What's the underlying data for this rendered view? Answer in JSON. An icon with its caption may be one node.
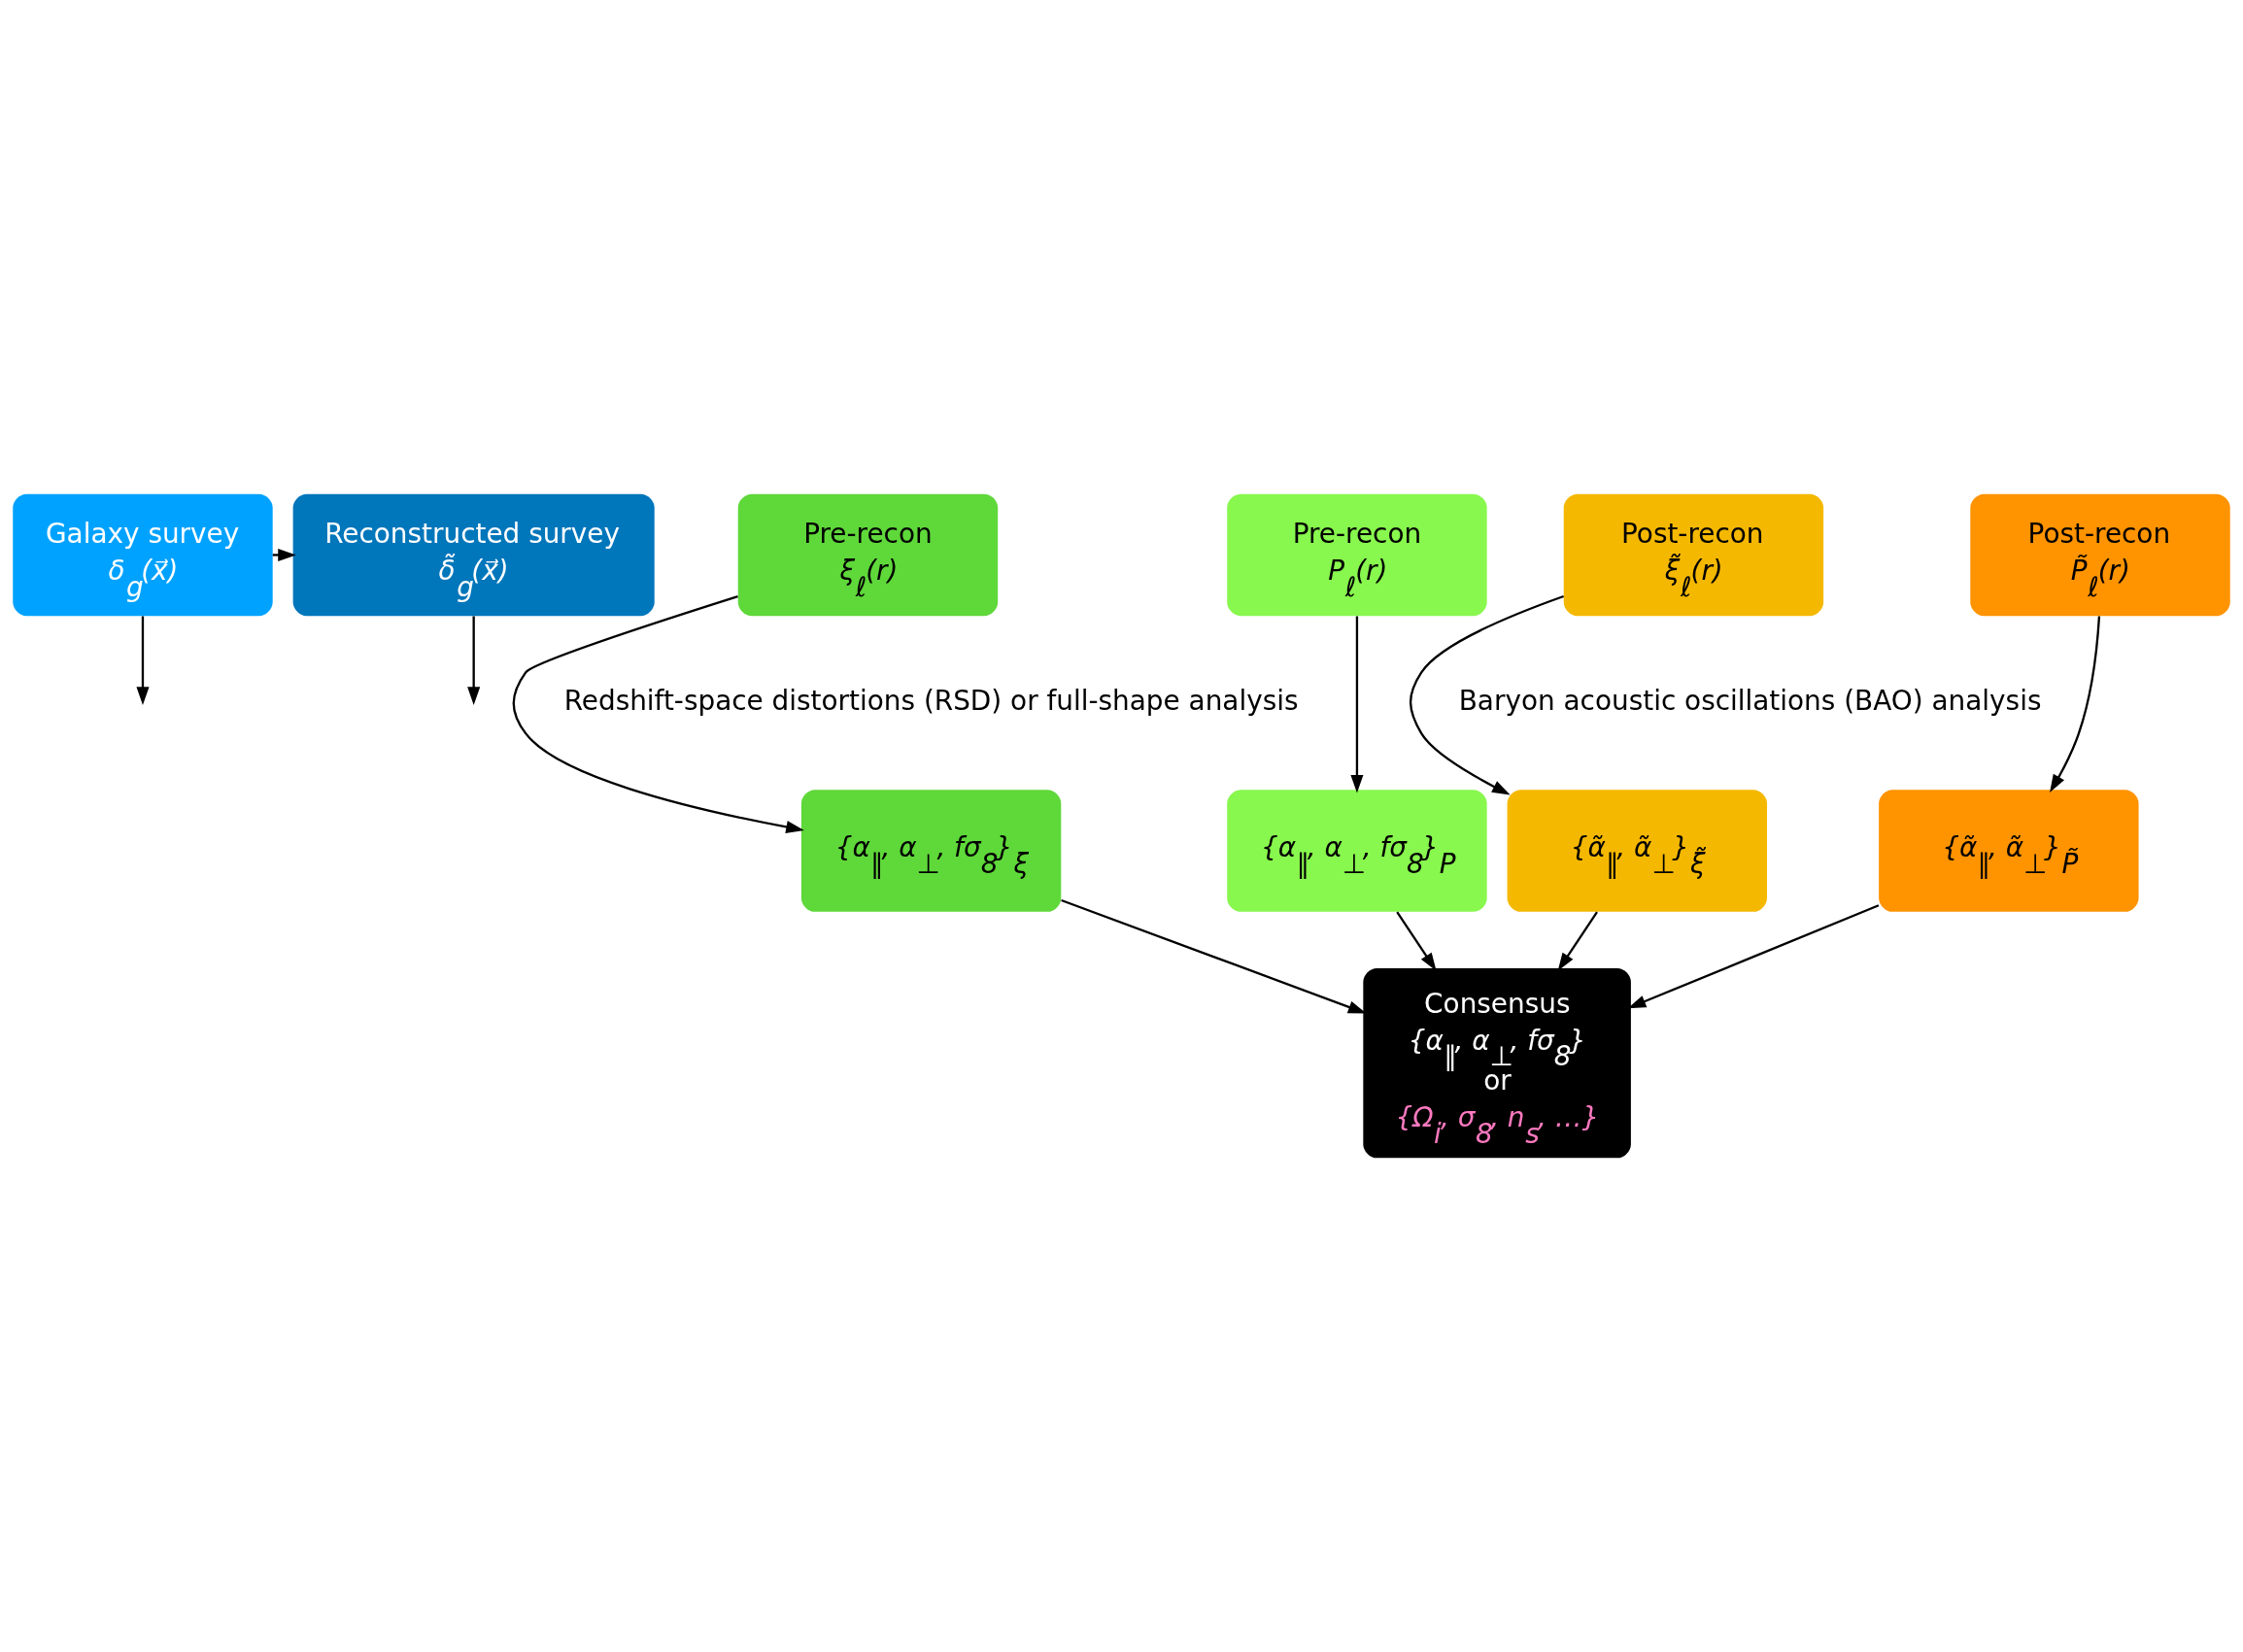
{
  "diagram": {
    "nodes": [
      {
        "text": [
          "Galaxy survey",
          "δ$_{g}$(x⃗)"
        ]
      },
      {
        "text": [
          "Reconstructed survey",
          "δ̃$_{g}$(x⃗)"
        ]
      },
      {
        "text": [
          "Pre-recon",
          "ξ$_{ℓ}$(r)"
        ]
      },
      {
        "text": [
          "Pre-recon",
          "P$_{ℓ}$(r)"
        ]
      },
      {
        "text": [
          "Post-recon",
          "ξ̃$_{ℓ}$(r)"
        ]
      },
      {
        "text": [
          "Post-recon",
          "P̃$_{ℓ}$(r)"
        ]
      },
      {
        "text": [
          "{α$_{∥}$, α$_{⊥}$, fσ$_{8}$}$_{ξ}$"
        ]
      },
      {
        "text": [
          "{α$_{∥}$, α$_{⊥}$, fσ$_{8}$}$_{P}$"
        ]
      },
      {
        "text": [
          "{α̃$_{∥}$, α̃$_{⊥}$}$_{ξ̃}$"
        ]
      },
      {
        "text": [
          "{α̃$_{∥}$, α̃$_{⊥}$}$_{P̃}$"
        ]
      },
      {
        "text": [
          "Consensus",
          "{α$_{∥}$, α$_{⊥}$, fσ$_{8}$}",
          "or",
          "{Ω$_{i}$, σ$_{8}$, n$_{s}$, …}"
        ]
      }
    ],
    "edges": [
      {
        "from": 0,
        "to": 1,
        "arrow": "to"
      },
      {
        "from": 0,
        "to": null,
        "arrow": "to"
      },
      {
        "from": 1,
        "to": null,
        "arrow": "to"
      },
      {
        "from": 2,
        "to": 6,
        "arrow": "to"
      },
      {
        "from": 3,
        "to": 7,
        "arrow": "to"
      },
      {
        "from": 4,
        "to": 8,
        "arrow": "to"
      },
      {
        "from": 5,
        "to": 9,
        "arrow": "to"
      },
      {
        "from": 6,
        "to": 10,
        "arrow": "to"
      },
      {
        "from": 7,
        "to": 10,
        "arrow": "to"
      },
      {
        "from": 8,
        "to": 10,
        "arrow": "to"
      },
      {
        "from": 9,
        "to": 10,
        "arrow": "to"
      }
    ],
    "labels": [
      "Redshift-space distortions (RSD) or full-shape analysis",
      "Baryon acoustic oscillations (BAO) analysis"
    ]
  }
}
